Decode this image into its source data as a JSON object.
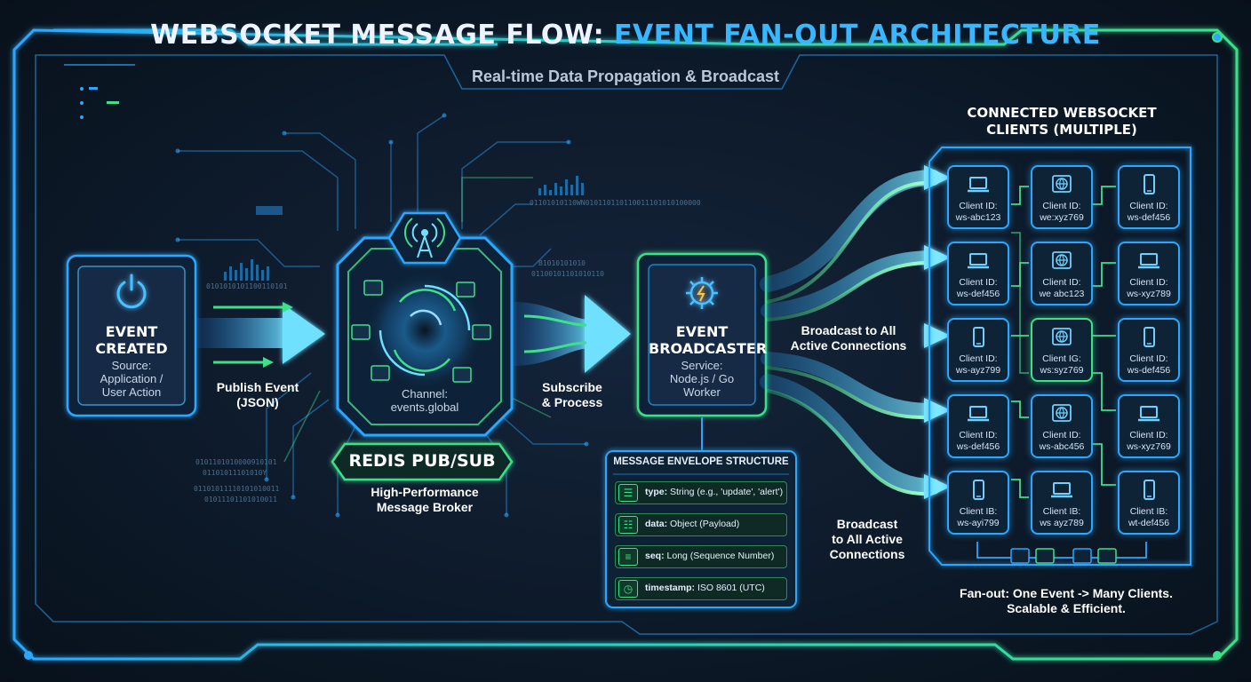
{
  "title": {
    "main": "WEBSOCKET MESSAGE FLOW:",
    "accent": "EVENT FAN-OUT ARCHITECTURE"
  },
  "subtitle": "Real-time Data Propagation & Broadcast",
  "colors": {
    "blue": "#2aa8ff",
    "green": "#3ee08a",
    "background": "#0d1a2a"
  },
  "event_created": {
    "title_line1": "EVENT",
    "title_line2": "CREATED",
    "sub_line1": "Source:",
    "sub_line2": "Application /",
    "sub_line3": "User Action",
    "icon": "power-icon"
  },
  "publish_label": {
    "line1": "Publish Event",
    "line2": "(JSON)"
  },
  "redis": {
    "channel_line1": "Channel:",
    "channel_line2": "events.global",
    "badge": "REDIS PUB/SUB",
    "desc_line1": "High-Performance",
    "desc_line2": "Message Broker",
    "icon": "antenna-icon"
  },
  "bits": {
    "a": "0101010101100110101",
    "b": "01101010110WN010110110110011101010100000",
    "c": "B1010101010",
    "d": "01100101101010110",
    "e": "0101101010000910101",
    "f": "01101011101010Y",
    "g": "01101011110101010011",
    "h": "01011101101010011"
  },
  "subscribe_label": {
    "line1": "Subscribe",
    "line2": "& Process"
  },
  "broadcaster": {
    "title_line1": "EVENT",
    "title_line2": "BROADCASTER",
    "sub_line1": "Service:",
    "sub_line2": "Node.js / Go",
    "sub_line3": "Worker",
    "icon": "gear-icon"
  },
  "envelope": {
    "heading": "MESSAGE ENVELOPE STRUCTURE",
    "rows": [
      {
        "key": "type:",
        "value": "String (e.g., 'update', 'alert')",
        "icon": "document-icon"
      },
      {
        "key": "data:",
        "value": "Object (Payload)",
        "icon": "hierarchy-icon"
      },
      {
        "key": "seq:",
        "value": "Long (Sequence Number)",
        "icon": "list-icon"
      },
      {
        "key": "timestamp:",
        "value": "ISO 8601 (UTC)",
        "icon": "clock-icon"
      }
    ]
  },
  "broadcast_label_top": {
    "line1": "Broadcast to All",
    "line2": "Active Connections"
  },
  "broadcast_label_bottom": {
    "line1": "Broadcast",
    "line2": "to All Active",
    "line3": "Connections"
  },
  "clients_heading": {
    "line1": "CONNECTED WEBSOCKET",
    "line2": "CLIENTS (MULTIPLE)"
  },
  "clients": [
    {
      "line1": "Client ID:",
      "line2": "ws-abc123",
      "icon": "laptop-icon"
    },
    {
      "line1": "Client ID:",
      "line2": "we:xyz769",
      "icon": "globe-icon"
    },
    {
      "line1": "Client ID:",
      "line2": "ws-def456",
      "icon": "phone-icon"
    },
    {
      "line1": "Client ID:",
      "line2": "ws-def456",
      "icon": "laptop-icon"
    },
    {
      "line1": "Client ID:",
      "line2": "we abc123",
      "icon": "globe-icon"
    },
    {
      "line1": "Client ID:",
      "line2": "ws-xyz789",
      "icon": "laptop-icon"
    },
    {
      "line1": "Client ID:",
      "line2": "ws-ayz799",
      "icon": "phone-icon"
    },
    {
      "line1": "Client IG:",
      "line2": "ws:syz769",
      "icon": "globe-icon"
    },
    {
      "line1": "Client ID:",
      "line2": "ws-def456",
      "icon": "phone-icon"
    },
    {
      "line1": "Client ID:",
      "line2": "ws-def456",
      "icon": "laptop-icon"
    },
    {
      "line1": "Client ID:",
      "line2": "ws-abc456",
      "icon": "globe-icon"
    },
    {
      "line1": "Client ID:",
      "line2": "ws-xyz769",
      "icon": "laptop-icon"
    },
    {
      "line1": "Client IB:",
      "line2": "ws-ayi799",
      "icon": "phone-icon"
    },
    {
      "line1": "Client IB:",
      "line2": "ws ayz789",
      "icon": "laptop-icon"
    },
    {
      "line1": "Client IB:",
      "line2": "wt-def456",
      "icon": "phone-icon"
    }
  ],
  "fanout_note": {
    "line1": "Fan-out: One Event -> Many Clients.",
    "line2": "Scalable & Efficient."
  }
}
